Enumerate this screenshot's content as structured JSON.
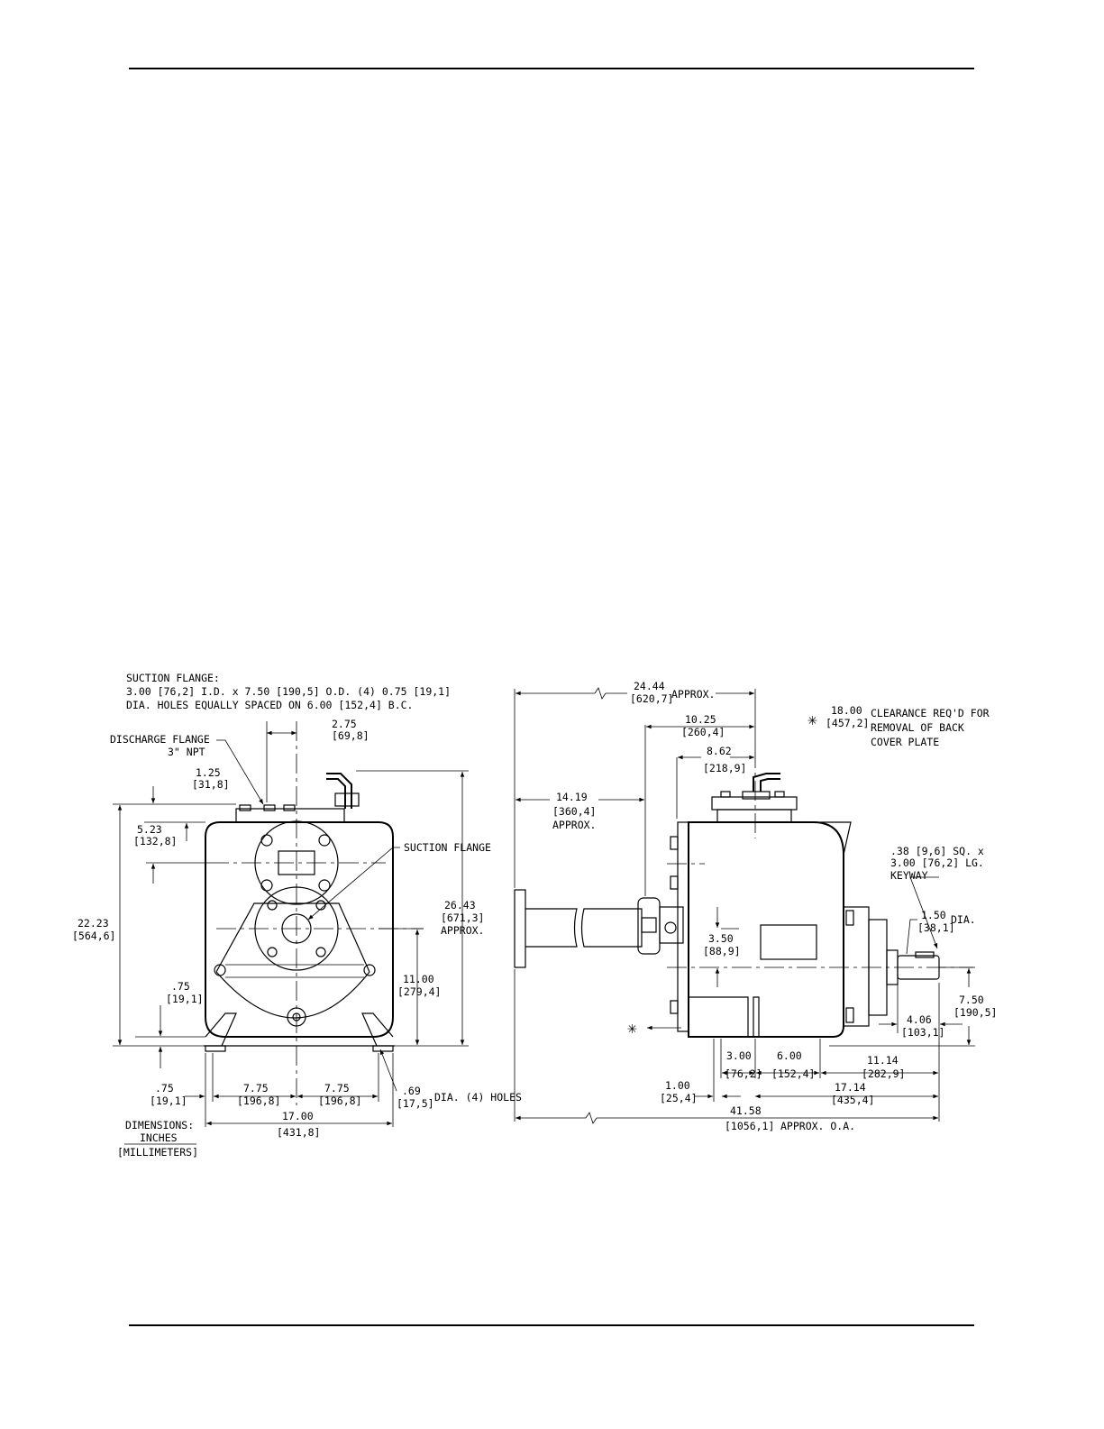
{
  "front_view": {
    "suction_flange_note": {
      "title": "SUCTION FLANGE:",
      "line1": "3.00 [76,2] I.D. x 7.50 [190,5] O.D. (4) 0.75 [19,1]",
      "line2": "DIA. HOLES EQUALLY SPACED ON 6.00 [152,4] B.C."
    },
    "discharge_flange": {
      "title": "DISCHARGE FLANGE",
      "size": "3\" NPT"
    },
    "suction_flange_label": "SUCTION FLANGE",
    "dims": {
      "d275": "2.75",
      "d275mm": "[69,8]",
      "d125": "1.25",
      "d125mm": "[31,8]",
      "d523": "5.23",
      "d523mm": "[132,8]",
      "d2223": "22.23",
      "d2223mm": "[564,6]",
      "d2643": "26.43",
      "d2643mm": "[671,3]",
      "approx": "APPROX.",
      "d1100": "11.00",
      "d1100mm": "[279,4]",
      "d075a": ".75",
      "d075amm": "[19,1]",
      "d075b": ".75",
      "d075bmm": "[19,1]",
      "d775a": "7.75",
      "d775amm": "[196,8]",
      "d775b": "7.75",
      "d775bmm": "[196,8]",
      "d069": ".69",
      "d069mm": "[17,5]",
      "holes": "DIA. (4) HOLES",
      "d1700": "17.00",
      "d1700mm": "[431,8]"
    },
    "units_legend": {
      "title": "DIMENSIONS:",
      "inches": "INCHES",
      "mm": "[MILLIMETERS]"
    }
  },
  "side_view": {
    "dims": {
      "d2444": "24.44",
      "d2444mm": "[620,7]",
      "approx_top": "APPROX.",
      "d1025": "10.25",
      "d1025mm": "[260,4]",
      "d862": "8.62",
      "d862mm": "[218,9]",
      "d1419": "14.19",
      "d1419mm": "[360,4]",
      "approx_left": "APPROX.",
      "d350": "3.50",
      "d350mm": "[88,9]",
      "d406": "4.06",
      "d406mm": "[103,1]",
      "d750": "7.50",
      "d750mm": "[190,5]",
      "d300": "3.00",
      "d300mm": "[76,2]",
      "d600": "6.00",
      "d600mm": "[152,4]",
      "d1114": "11.14",
      "d1114mm": "[282,9]",
      "d100": "1.00",
      "d100mm": "[25,4]",
      "d1714": "17.14",
      "d1714mm": "[435,4]",
      "d4158": "41.58",
      "d4158mm": "[1056,1]",
      "approx_oa": "APPROX. O.A.",
      "d150": "1.50",
      "d150mm": "[38,1]",
      "dia": "DIA."
    },
    "clearance_note": {
      "symbol": "✳",
      "value": "18.00",
      "value_mm": "[457,2]",
      "line1": "CLEARANCE REQ'D FOR",
      "line2": "REMOVAL OF BACK",
      "line3": "COVER PLATE"
    },
    "keyway_note": {
      "line1": ".38 [9,6] SQ. x",
      "line2": "3.00 [76,2] LG.",
      "line3": "KEYWAY"
    },
    "star_marker": "✳"
  }
}
